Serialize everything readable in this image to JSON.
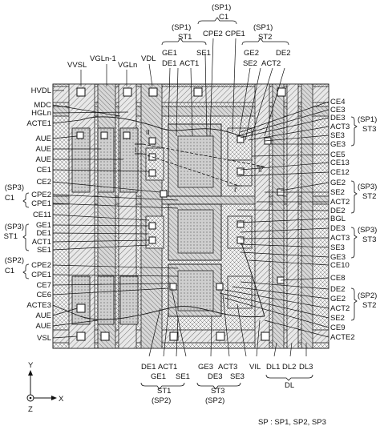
{
  "top_labels": {
    "sp1_c1": "(SP1)",
    "c1": "C1",
    "cpe2": "CPE2",
    "cpe1": "CPE1",
    "sp1_st1": "(SP1)",
    "st1": "ST1",
    "sp1_st2": "(SP1)",
    "st2": "ST2",
    "vvsl": "VVSL",
    "vgln1": "VGLn-1",
    "vgln": "VGLn",
    "vdl": "VDL",
    "ge1": "GE1",
    "de1": "DE1",
    "act1": "ACT1",
    "se1": "SE1",
    "ge2": "GE2",
    "se2": "SE2",
    "act2": "ACT2",
    "de2": "DE2"
  },
  "left_labels": {
    "hvdl": "HVDL",
    "mdc": "MDC",
    "hgln": "HGLn",
    "acte1": "ACTE1",
    "aue1": "AUE",
    "aue2": "AUE",
    "aue3": "AUE",
    "ce1": "CE1",
    "ce2": "CE2",
    "sp3_c1": "(SP3)",
    "c1": "C1",
    "cpe2": "CPE2",
    "cpe1": "CPE1",
    "ce11": "CE11",
    "sp3_st1": "(SP3)",
    "st1": "ST1",
    "ge1": "GE1",
    "de1": "DE1",
    "act1": "ACT1",
    "se1": "SE1",
    "sp2_c1": "(SP2)",
    "c1b": "C1",
    "cpe2b": "CPE2",
    "cpe1b": "CPE1",
    "ce7": "CE7",
    "ce6": "CE6",
    "acte3": "ACTE3",
    "aue4": "AUE",
    "aue5": "AUE",
    "vsl": "VSL"
  },
  "right_labels": {
    "ce4": "CE4",
    "ce3": "CE3",
    "de3": "DE3",
    "act3": "ACT3",
    "se3": "SE3",
    "ge3": "GE3",
    "ce5": "CE5",
    "ce13": "CE13",
    "ce12": "CE12",
    "ge2": "GE2",
    "se2": "SE2",
    "act2": "ACT2",
    "de2": "DE2",
    "bgl": "BGL",
    "de3b": "DE3",
    "act3b": "ACT3",
    "se3b": "SE3",
    "ge3b": "GE3",
    "ce10": "CE10",
    "ce8": "CE8",
    "de2b": "DE2",
    "ge2b": "GE2",
    "act2b": "ACT2",
    "se2b": "SE2",
    "ce9": "CE9",
    "acte2": "ACTE2",
    "sp1_st3": "(SP1)",
    "st3": "ST3",
    "sp3_st2": "(SP3)",
    "st2": "ST2",
    "sp3_st3": "(SP3)",
    "st3b": "ST3",
    "sp2_st2": "(SP2)",
    "st2b": "ST2"
  },
  "bottom_labels": {
    "de1": "DE1",
    "act1": "ACT1",
    "ge1": "GE1",
    "se1": "SE1",
    "ge3": "GE3",
    "act3": "ACT3",
    "de3": "DE3",
    "se3": "SE3",
    "vil": "VIL",
    "dl1": "DL1",
    "dl2": "DL2",
    "dl3": "DL3",
    "dl": "DL",
    "st1": "ST1",
    "sp2_st1": "(SP2)",
    "st3": "ST3",
    "sp2_st3": "(SP2)"
  },
  "section_marks": {
    "ii": "II",
    "i": "I",
    "ii_prime": "II'",
    "i_prime": "I'"
  },
  "axes": {
    "y": "Y",
    "x": "X",
    "z": "Z"
  },
  "footnote": "SP : SP1, SP2, SP3"
}
